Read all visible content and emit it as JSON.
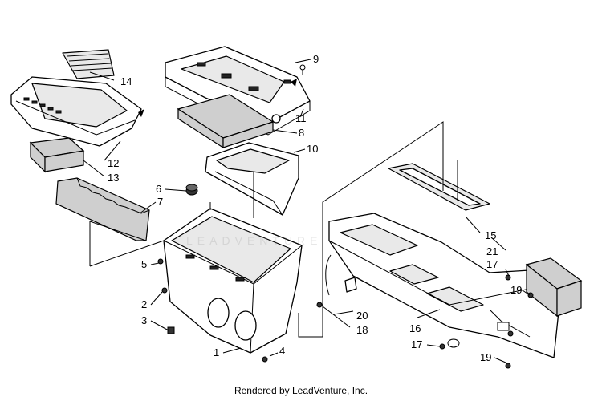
{
  "footer": {
    "credit": "Rendered by LeadVenture, Inc."
  },
  "watermark": {
    "text": "LEADVENTURE"
  },
  "callouts": [
    {
      "id": "c1",
      "text": "1"
    },
    {
      "id": "c2",
      "text": "2"
    },
    {
      "id": "c3",
      "text": "3"
    },
    {
      "id": "c4",
      "text": "4"
    },
    {
      "id": "c5",
      "text": "5"
    },
    {
      "id": "c6",
      "text": "6"
    },
    {
      "id": "c7",
      "text": "7"
    },
    {
      "id": "c8",
      "text": "8"
    },
    {
      "id": "c9",
      "text": "9"
    },
    {
      "id": "c10",
      "text": "10"
    },
    {
      "id": "c11",
      "text": "11"
    },
    {
      "id": "c12",
      "text": "12"
    },
    {
      "id": "c13",
      "text": "13"
    },
    {
      "id": "c14",
      "text": "14"
    },
    {
      "id": "c15",
      "text": "15"
    },
    {
      "id": "c16",
      "text": "16"
    },
    {
      "id": "c17a",
      "text": "17"
    },
    {
      "id": "c17b",
      "text": "17"
    },
    {
      "id": "c18",
      "text": "18"
    },
    {
      "id": "c19a",
      "text": "19"
    },
    {
      "id": "c19b",
      "text": "19"
    },
    {
      "id": "c20",
      "text": "20"
    },
    {
      "id": "c21",
      "text": "21"
    }
  ]
}
